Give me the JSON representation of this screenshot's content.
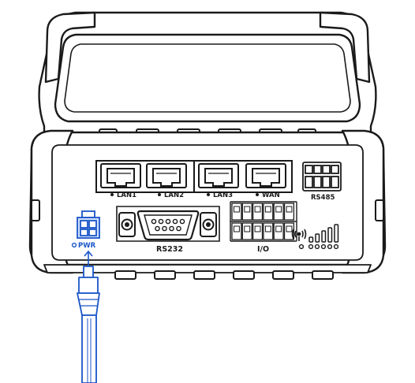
{
  "ports": {
    "lan1": "LAN1",
    "lan2": "LAN2",
    "lan3": "LAN3",
    "wan": "WAN",
    "rs485": "RS485",
    "rs232": "RS232",
    "io": "I/O",
    "pwr": "PWR"
  },
  "icons": {
    "antenna": "antenna-icon",
    "signal": "signal-strength-icon",
    "power": "power-connector-icon",
    "cable": "power-cable-icon",
    "arrow": "insert-arrow-icon"
  },
  "colors": {
    "outline": "#1a1a1a",
    "highlight": "#1a56c8",
    "highlight_fill": "#cfe0ff",
    "body": "#ffffff"
  }
}
